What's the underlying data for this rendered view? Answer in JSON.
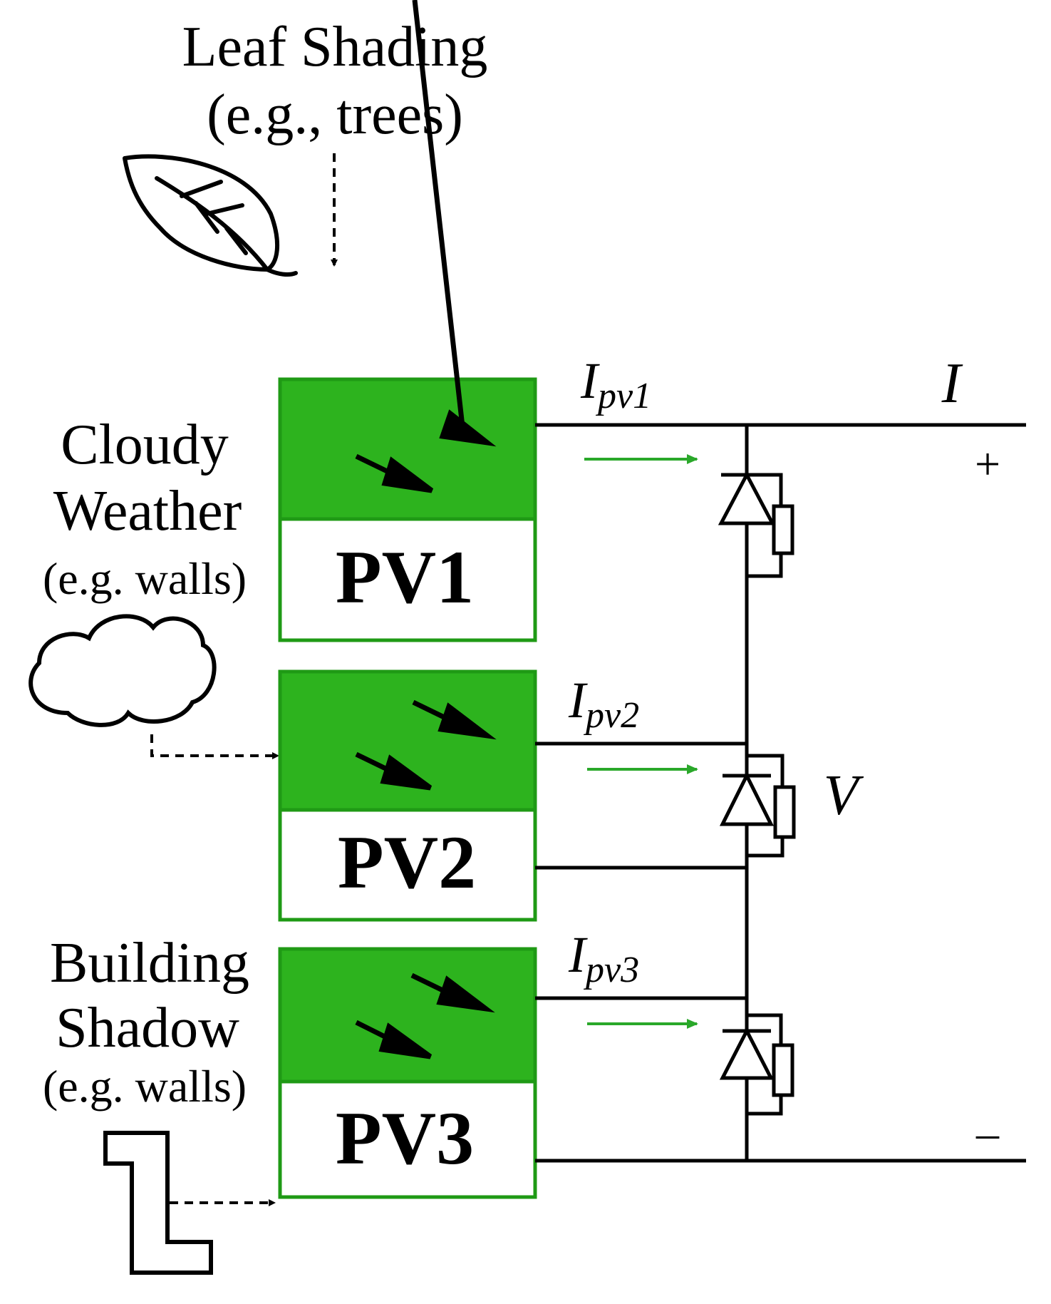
{
  "colors": {
    "panel_green": "#2db31e",
    "panel_border": "#1f9a15",
    "current_arrow": "#2aa82a",
    "line": "#000000"
  },
  "leaf": {
    "title_line1": "Leaf Shading",
    "title_line2": "(e.g., trees)",
    "icon": "leaf-icon"
  },
  "cloud": {
    "line1": "Cloudy",
    "line2": "Weather",
    "line3": "(e.g. walls)",
    "icon": "cloud-icon"
  },
  "building": {
    "line1": "Building",
    "line2": "Shadow",
    "line3": "(e.g. walls)",
    "icon": "building-icon"
  },
  "panels": [
    {
      "label": "PV1",
      "current_main": "I",
      "current_sub": "pv1"
    },
    {
      "label": "PV2",
      "current_main": "I",
      "current_sub": "pv2"
    },
    {
      "label": "PV3",
      "current_main": "I",
      "current_sub": "pv3"
    }
  ],
  "output": {
    "current": "I",
    "voltage": "V",
    "plus": "+",
    "minus": "–"
  }
}
